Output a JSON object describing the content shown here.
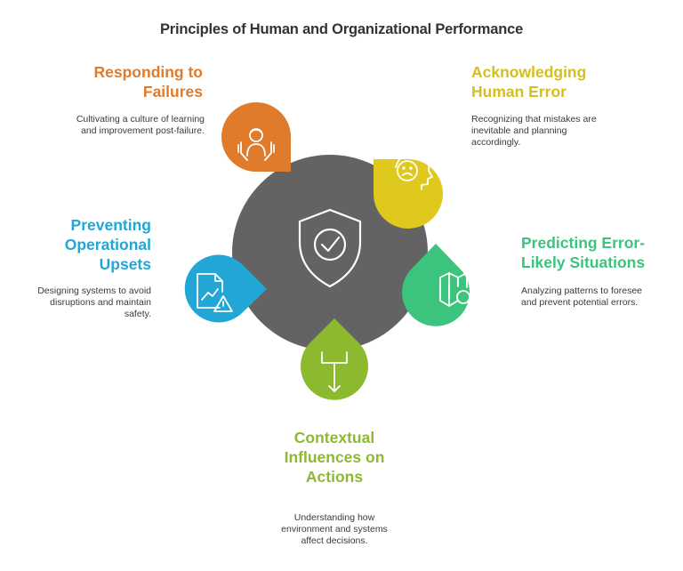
{
  "title": "Principles of Human and Organizational Performance",
  "colors": {
    "hub": "#636363",
    "orange": "#E07B2B",
    "yellow": "#DFC91E",
    "green": "#3CC37D",
    "olive": "#8DB92F",
    "blue": "#22A6D6"
  },
  "hub": {
    "icon": "shield-check-icon"
  },
  "items": [
    {
      "heading": [
        "Responding to",
        "Failures"
      ],
      "description": [
        "Cultivating a culture of learning",
        "and improvement post-failure."
      ],
      "icon": "person-hands-icon"
    },
    {
      "heading": [
        "Acknowledging",
        "Human Error"
      ],
      "description": [
        "Recognizing that mistakes are",
        "inevitable and planning",
        "accordingly."
      ],
      "icon": "sad-head-icon"
    },
    {
      "heading": [
        "Predicting Error-",
        "Likely Situations"
      ],
      "description": [
        "Analyzing patterns to foresee",
        "and prevent potential errors."
      ],
      "icon": "map-search-icon"
    },
    {
      "heading": [
        "Contextual",
        "Influences on",
        "Actions"
      ],
      "description": [
        "Understanding how",
        "environment and systems",
        "affect decisions."
      ],
      "icon": "arrow-down-icon"
    },
    {
      "heading": [
        "Preventing",
        "Operational",
        "Upsets"
      ],
      "description": [
        "Designing systems to avoid",
        "disruptions and maintain",
        "safety."
      ],
      "icon": "document-warning-icon"
    }
  ]
}
